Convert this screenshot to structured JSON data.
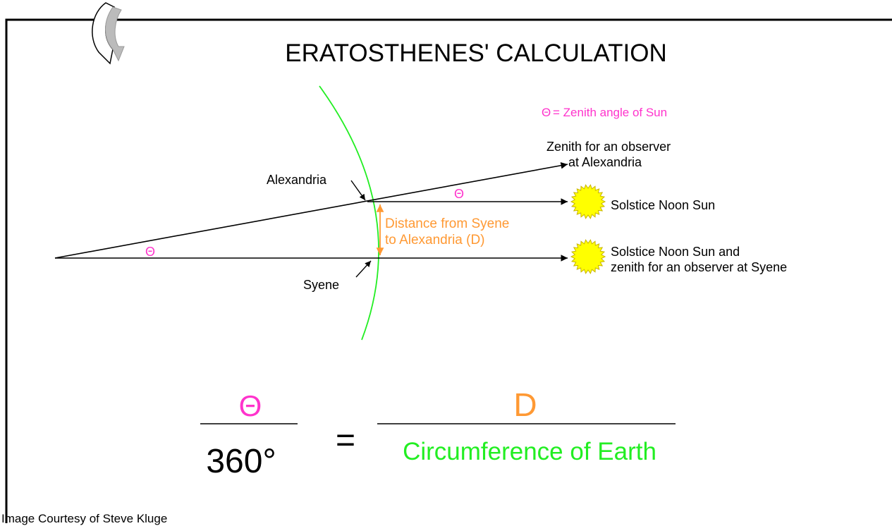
{
  "title": "ERATOSTHENES' CALCULATION",
  "legend": {
    "symbol": "Θ",
    "text": "= Zenith angle of Sun"
  },
  "labels": {
    "zenith_line1": "Zenith for an observer",
    "zenith_line2": "at Alexandria",
    "alexandria": "Alexandria",
    "syene": "Syene",
    "theta_upper": "Θ",
    "theta_left": "Θ",
    "sun_upper": "Solstice Noon Sun",
    "sun_lower_line1": "Solstice Noon Sun and",
    "sun_lower_line2": "zenith for an observer at Syene",
    "distance_line1": "Distance from Syene",
    "distance_line2": "to Alexandria (D)"
  },
  "equation": {
    "numerator_left": "Θ",
    "denominator_left": "360°",
    "equals": "=",
    "numerator_right": "D",
    "denominator_right": "Circumference of Earth"
  },
  "caption": "Image Courtesy of Steve Kluge",
  "colors": {
    "magenta": "#ff33cc",
    "orange": "#ff9933",
    "green": "#22ee22",
    "sun": "#ffff00",
    "sun_outline": "#c8b400"
  },
  "icons": {
    "back": "curved-arrow-icon"
  }
}
